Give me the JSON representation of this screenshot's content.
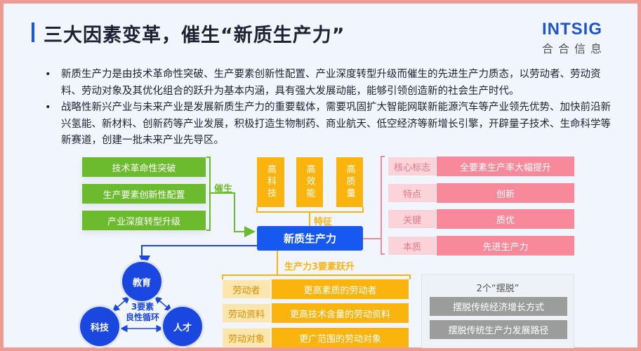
{
  "header": {
    "title": "三大因素变革，催生“新质生产力”",
    "logo_en": "INTSIG",
    "logo_cn": "合合信息"
  },
  "bullets": [
    "新质生产力是由技术革命性突破、生产要素创新性配置、产业深度转型升级而催生的先进生产力质态，以劳动者、劳动资料、劳动对象及其优化组合的跃升为基本内涵，具有强大发展动能，能够引领创造新的社会生产时代。",
    "战略性新兴产业与未来产业是发展新质生产力的重要载体，需要巩固扩大智能网联新能源汽车等产业领先优势、加快前沿新兴氢能、新材料、创新药等产业发展，积极打造生物制药、商业航天、低空经济等新增长引擎，开辟量子技术、生命科学等新赛道，创建一批未来产业先导区。"
  ],
  "diagram": {
    "causes": [
      "技术革命性突破",
      "生产要素创新性配置",
      "产业深度转型升级"
    ],
    "causes_label": "催生",
    "features": [
      "高科技",
      "高效能",
      "高质量"
    ],
    "features_label": "特征",
    "center": "新质生产力",
    "attributes": [
      {
        "label": "核心标志",
        "value": "全要素生产率大幅提升"
      },
      {
        "label": "特点",
        "value": "创新"
      },
      {
        "label": "关键",
        "value": "质优"
      },
      {
        "label": "本质",
        "value": "先进生产力"
      }
    ],
    "elements_label": "生产力3要素跃升",
    "elements": [
      {
        "label": "劳动者",
        "value": "更高素质的劳动者"
      },
      {
        "label": "劳动资料",
        "value": "更高技术含量的劳动资料"
      },
      {
        "label": "劳动对象",
        "value": "更广范围的劳动对象"
      }
    ],
    "cycle": {
      "nodes": [
        "教育",
        "科技",
        "人才"
      ],
      "center_line1": "3要素",
      "center_line2": "良性循环"
    },
    "break_free": {
      "title": "2个“摆脱”",
      "items": [
        "摆脱传统经济增长方式",
        "摆脱传统生产力发展路径"
      ]
    }
  },
  "colors": {
    "green": "#6cba2e",
    "yellow": "#fbb40e",
    "blue": "#1a56e8",
    "pink": "#f7899a",
    "grey": "#9c9c9c"
  }
}
